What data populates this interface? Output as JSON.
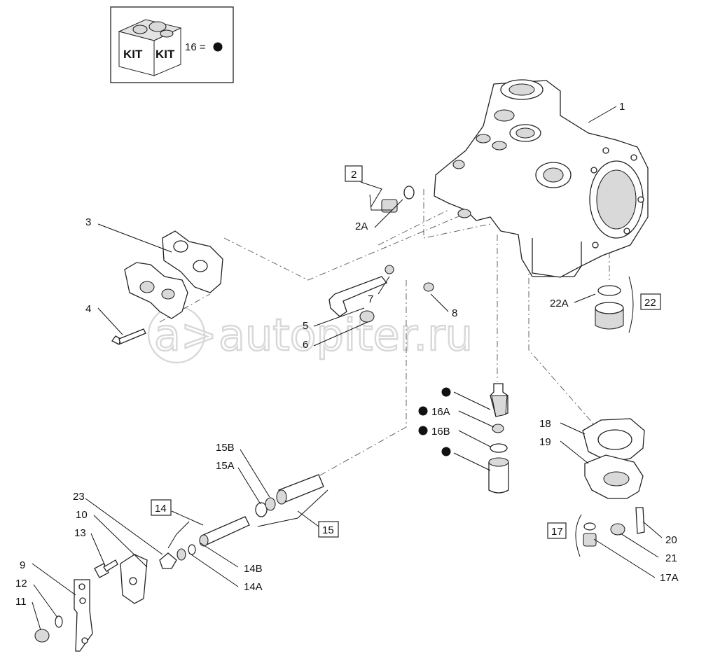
{
  "kit": {
    "word": "KIT",
    "legend": "16 ="
  },
  "watermark": "autopiter.ru",
  "labels": {
    "l1": "1",
    "l2": "2",
    "l2A": "2A",
    "l3": "3",
    "l4": "4",
    "l5": "5",
    "l6": "6",
    "l7": "7",
    "l8": "8",
    "l9": "9",
    "l10": "10",
    "l11": "11",
    "l12": "12",
    "l13": "13",
    "l14": "14",
    "l14A": "14A",
    "l14B": "14B",
    "l15": "15",
    "l15A": "15A",
    "l15B": "15B",
    "l16A": "16A",
    "l16B": "16B",
    "l17": "17",
    "l17A": "17A",
    "l18": "18",
    "l19": "19",
    "l20": "20",
    "l21": "21",
    "l22": "22",
    "l22A": "22A",
    "l23": "23"
  }
}
